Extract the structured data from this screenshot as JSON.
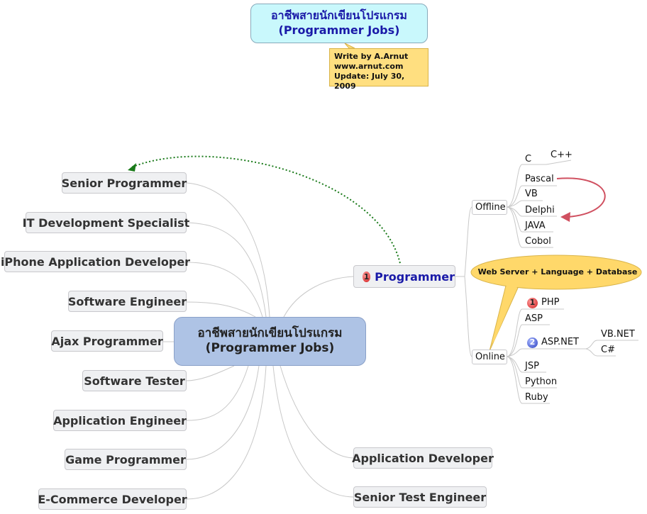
{
  "title": {
    "line1": "อาชีพสายนักเขียนโปรแกรม",
    "line2": "(Programmer Jobs)"
  },
  "note": {
    "line1": "Write by A.Arnut",
    "line2": "www.arnut.com",
    "line3": "Update: July 30, 2009"
  },
  "center": {
    "line1": "อาชีพสายนักเขียนโปรแกรม",
    "line2": "(Programmer Jobs)"
  },
  "left_topics": [
    "Senior Programmer",
    "IT Development Specialist",
    "iPhone Application Developer",
    "Software Engineer",
    "Ajax Programmer",
    "Software Tester",
    "Application Engineer",
    "Game Programmer",
    "E-Commerce Developer"
  ],
  "programmer": {
    "badge": "1",
    "label": "Programmer"
  },
  "offline": {
    "label": "Offline",
    "items": [
      "C",
      "C++",
      "Pascal",
      "VB",
      "Delphi",
      "JAVA",
      "Cobol"
    ]
  },
  "callout": "Web Server + Language + Database",
  "online": {
    "label": "Online",
    "php_badge": "1",
    "aspnet_badge": "2",
    "items": [
      "PHP",
      "ASP",
      "ASP.NET",
      "JSP",
      "Python",
      "Ruby"
    ],
    "aspnet_children": [
      "VB.NET",
      "C#"
    ]
  },
  "right_topics": [
    "Application Developer",
    "Senior Test Engineer"
  ],
  "colors": {
    "relationship_green": "#1a7a1a",
    "relationship_red": "#d05060",
    "callout": "#ffd86a"
  }
}
